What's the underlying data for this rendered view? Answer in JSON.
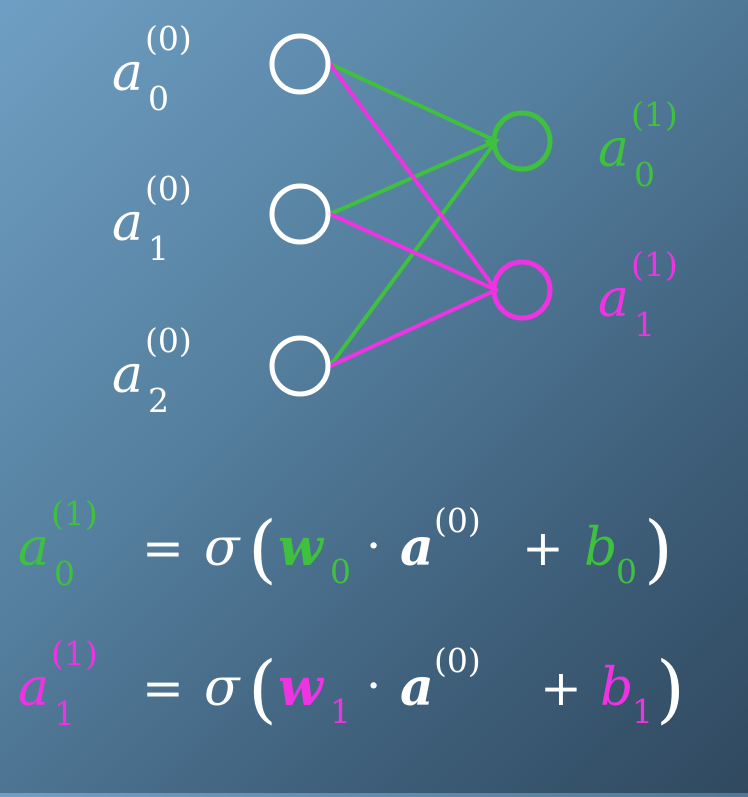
{
  "colors": {
    "white": "#ffffff",
    "green": "#3fc03f",
    "magenta": "#ee33e3"
  },
  "input_nodes": [
    {
      "base": "a",
      "sup": "(0)",
      "sub": "0"
    },
    {
      "base": "a",
      "sup": "(0)",
      "sub": "1"
    },
    {
      "base": "a",
      "sup": "(0)",
      "sub": "2"
    }
  ],
  "output_nodes": [
    {
      "base": "a",
      "sup": "(1)",
      "sub": "0"
    },
    {
      "base": "a",
      "sup": "(1)",
      "sub": "1"
    }
  ],
  "equations": [
    {
      "lhs": {
        "base": "a",
        "sup": "(1)",
        "sub": "0"
      },
      "equals": "=",
      "sigma": "σ",
      "open_paren": "(",
      "w": "w",
      "w_sub": "0",
      "dot": "·",
      "a": "a",
      "a_sup": "(0)",
      "plus": "+",
      "b": "b",
      "b_sub": "0",
      "close_paren": ")"
    },
    {
      "lhs": {
        "base": "a",
        "sup": "(1)",
        "sub": "1"
      },
      "equals": "=",
      "sigma": "σ",
      "open_paren": "(",
      "w": "w",
      "w_sub": "1",
      "dot": "·",
      "a": "a",
      "a_sup": "(0)",
      "plus": "+",
      "b": "b",
      "b_sub": "1",
      "close_paren": ")"
    }
  ]
}
